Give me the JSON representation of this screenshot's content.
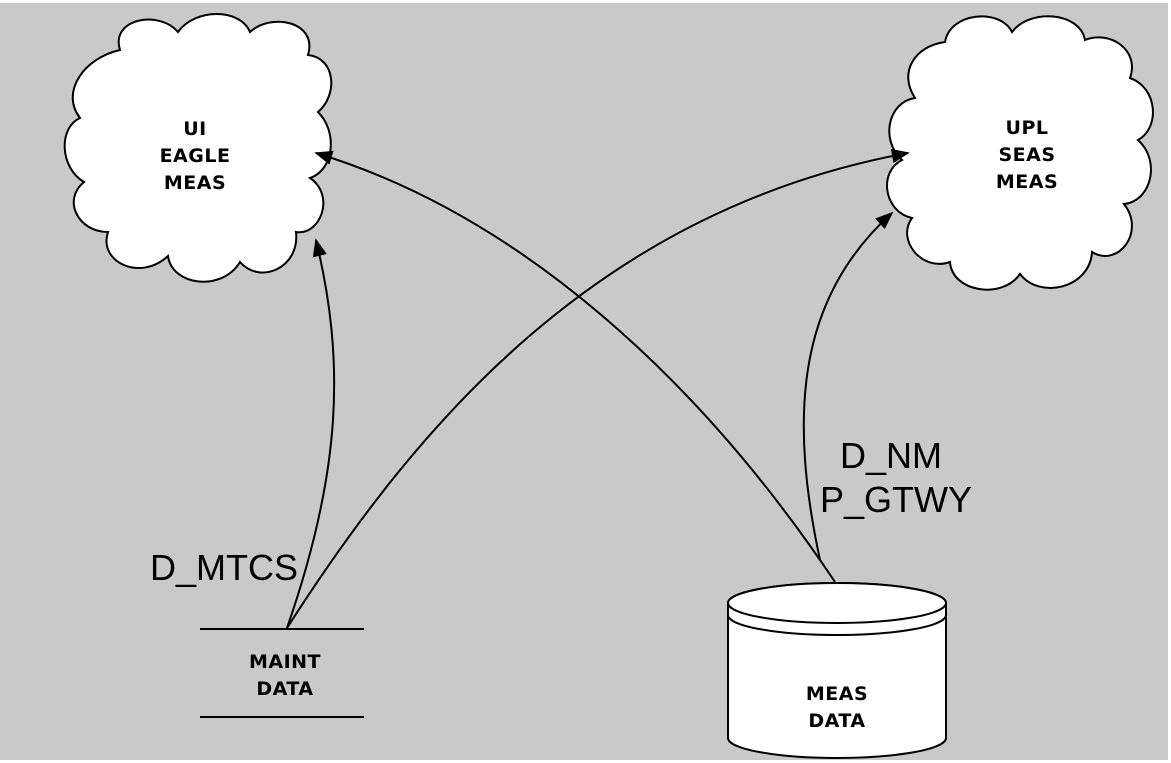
{
  "colors": {
    "background": "#c9c9c9",
    "shape_fill": "#ffffff",
    "stroke": "#000000"
  },
  "nodes": {
    "ui_eagle_meas": {
      "lines": [
        "UI",
        "EAGLE",
        "MEAS"
      ]
    },
    "upl_seas_meas": {
      "lines": [
        "UPL",
        "SEAS",
        "MEAS"
      ]
    },
    "maint_data": {
      "lines": [
        "MAINT",
        "DATA"
      ]
    },
    "meas_data": {
      "lines": [
        "MEAS",
        "DATA"
      ]
    }
  },
  "flow_labels": {
    "d_mtcs": "D_MTCS",
    "d_nm": "D_NM",
    "p_gtwy": "P_GTWY"
  }
}
